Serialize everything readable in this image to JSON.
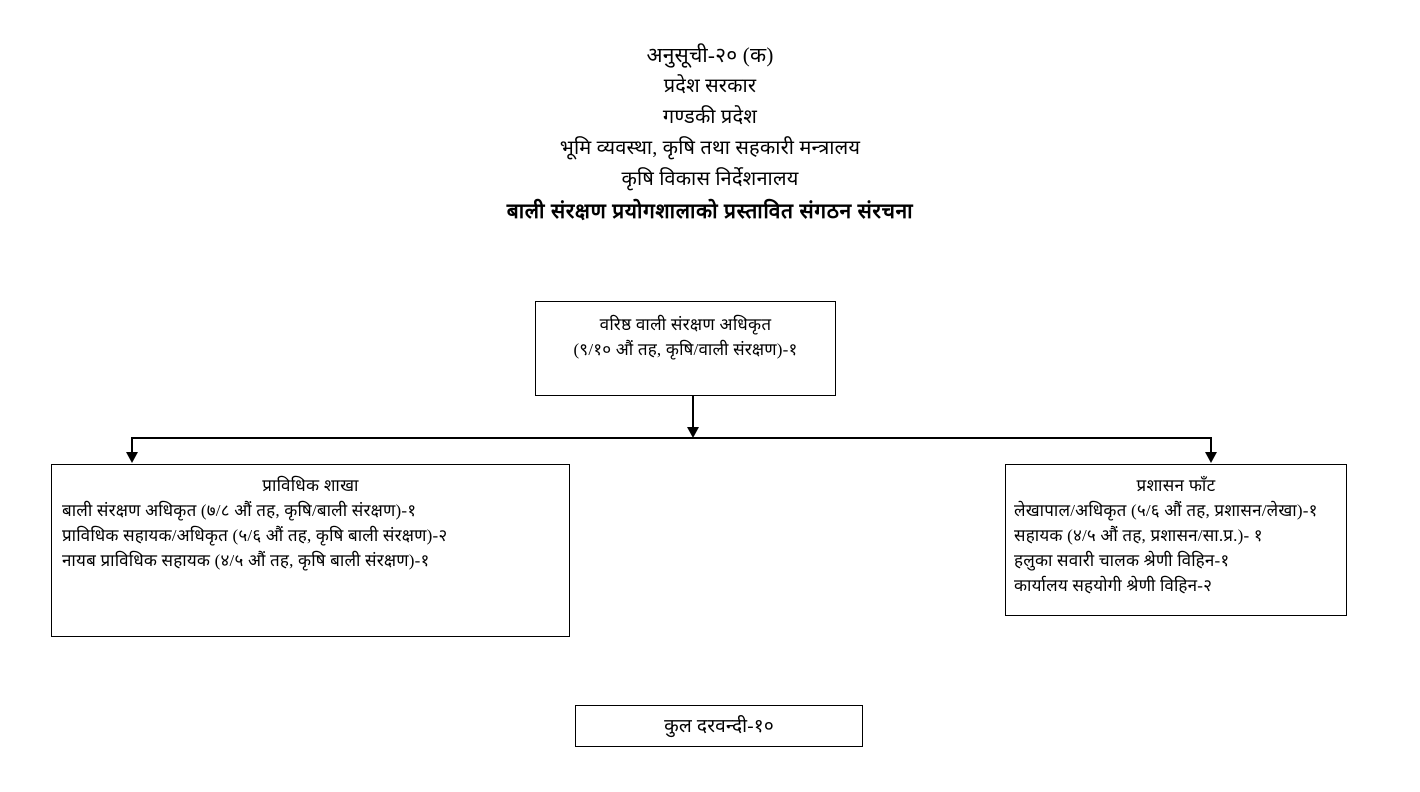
{
  "document": {
    "heading": {
      "lines": [
        "अनुसूची-२० (क)",
        "प्रदेश सरकार",
        "गण्डकी प्रदेश",
        "भूमि व्यवस्था, कृषि तथा सहकारी मन्त्रालय",
        "कृषि विकास निर्देशनालय",
        "बाली संरक्षण प्रयोगशालाको प्रस्तावित संगठन संरचना"
      ]
    },
    "chart": {
      "type": "org-chart",
      "nodes": {
        "top": {
          "title": "वरिष्ठ वाली संरक्षण अधिकृत",
          "lines": [
            "(९/१० औं तह, कृषि/वाली संरक्षण)-१"
          ]
        },
        "technical": {
          "title": "प्राविधिक शाखा",
          "lines": [
            "बाली संरक्षण अधिकृत (७/८ औं तह, कृषि/बाली संरक्षण)-१",
            "प्राविधिक सहायक/अधिकृत (५/६ औं तह, कृषि बाली संरक्षण)-२",
            "नायब प्राविधिक सहायक (४/५ औं तह, कृषि बाली संरक्षण)-१"
          ]
        },
        "administration": {
          "title": "प्रशासन फाँट",
          "lines": [
            "लेखापाल/अधिकृत (५/६ औं तह, प्रशासन/लेखा)-१",
            "सहायक (४/५ औं तह, प्रशासन/सा.प्र.)- १",
            "हलुका सवारी चालक श्रेणी विहिन-१",
            "कार्यालय सहयोगी श्रेणी विहिन-२"
          ]
        },
        "total": {
          "label": "कुल दरवन्दी-१०"
        }
      },
      "connectors": [
        {
          "name": "top-to-bus",
          "from": "top",
          "to": "bus"
        },
        {
          "name": "bus-to-technical",
          "from": "bus",
          "to": "technical"
        },
        {
          "name": "bus-to-administration",
          "from": "bus",
          "to": "administration"
        }
      ],
      "colors": {
        "line": "#000000",
        "text": "#000000",
        "background": "#ffffff"
      }
    }
  }
}
